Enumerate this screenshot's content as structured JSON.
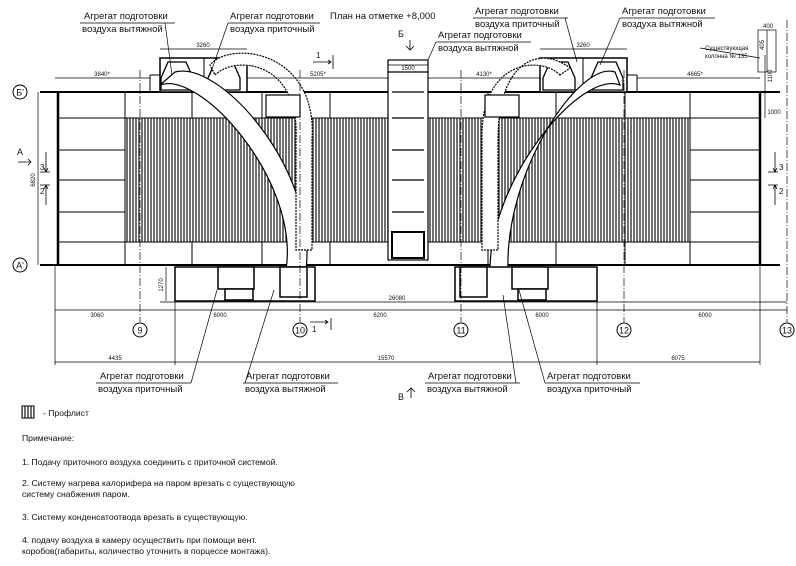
{
  "title": "План на отметке +8,000",
  "section_marks": {
    "b": "Б",
    "v": "В",
    "a": "А",
    "cut1": "1",
    "cut2": "2",
    "cut3": "3"
  },
  "axes": {
    "rows": [
      "Б'",
      "А'"
    ],
    "columns": [
      "9",
      "10",
      "11",
      "12",
      "13"
    ]
  },
  "callouts": {
    "top_left_exhaust": [
      "Агрегат подготовки",
      "воздуха вытяжной"
    ],
    "top_left_supply": [
      "Агрегат подготовки",
      "воздуха приточный"
    ],
    "top_center_exhaust": [
      "Агрегат подготовки",
      "воздуха вытяжной"
    ],
    "top_right_supply": [
      "Агрегат подготовки",
      "воздуха приточный"
    ],
    "top_right_exhaust": [
      "Агрегат подготовки",
      "воздуха вытяжной"
    ],
    "bottom_left_supply": [
      "Агрегат подготовки",
      "воздуха приточный"
    ],
    "bottom_left_exhaust": [
      "Агрегат подготовки",
      "воздуха вытяжной"
    ],
    "bottom_right_exhaust": [
      "Агрегат подготовки",
      "воздуха вытяжной"
    ],
    "bottom_right_supply": [
      "Агрегат подготовки",
      "воздуха приточный"
    ],
    "existing_column": [
      "Существующая",
      "колонна № 135"
    ]
  },
  "dimensions": {
    "top_left_unit": "3260",
    "top_right_unit": "3260",
    "top_left_offset": "3840*",
    "top_mid_left": "5205*",
    "tower_width": "1500",
    "top_mid_right": "4130*",
    "top_right_offset": "4665*",
    "right_400": "400",
    "right_405": "405",
    "right_1100": "1100",
    "right_1000": "1000",
    "left_height": "6820",
    "bottom_unit_depth": "1270",
    "total": "26080",
    "spans": [
      "3060",
      "6000",
      "6200",
      "6000",
      "6000"
    ],
    "lower": [
      "4435",
      "15570",
      "6075"
    ]
  },
  "legend": {
    "label": "- Профлист"
  },
  "notes": {
    "heading": "Примечание:",
    "items": [
      "1. Подачу приточного воздуха  соединить с  приточной системой.",
      "2. Систему нагрева калорифера на паром врезать с существующую\nсистему снабжения паром.",
      "3. Систему конденсатоотвода врезать в существующую.",
      "4. подачу воздуха в камеру осуществить при помощи вент.\nкоробов(габариты, количество уточнить в порцессе монтажа)."
    ]
  }
}
